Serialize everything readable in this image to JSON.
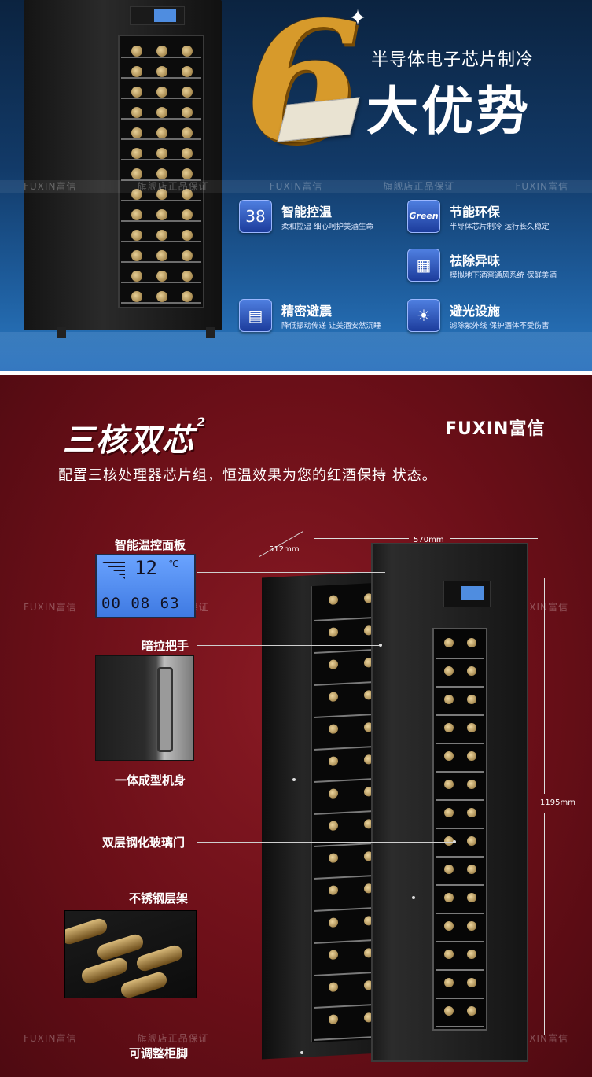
{
  "watermark": {
    "brand": "FUXIN富信",
    "guarantee": "旗舰店正品保证"
  },
  "top_banner": {
    "number": "6",
    "subtitle": "半导体电子芯片制冷",
    "title": "大优势",
    "features": [
      {
        "icon": "thermometer-icon",
        "icon_text": "38",
        "title": "智能控温",
        "desc": "柔和控温 细心呵护美酒生命"
      },
      {
        "icon": "green-leaf-icon",
        "icon_text": "Green",
        "title": "节能环保",
        "desc": "半导体芯片制冷 运行长久稳定"
      },
      {
        "icon": "grid-filter-icon",
        "icon_text": "",
        "title": "祛除异味",
        "desc": "模拟地下酒窖通风系统 保鲜美酒"
      },
      {
        "icon": "shock-absorb-icon",
        "icon_text": "",
        "title": "精密避震",
        "desc": "降低振动传递 让美酒安然沉睡"
      },
      {
        "icon": "light-shield-icon",
        "icon_text": "",
        "title": "避光设施",
        "desc": "滤除紫外线 保护酒体不受伤害"
      }
    ]
  },
  "bottom": {
    "title": "三核双芯",
    "title_sup": "2",
    "brand": "FUXIN富信",
    "tagline": "配置三核处理器芯片组，恒温效果为您的红酒保持 状态。",
    "lcd": {
      "temp": "12",
      "unit": "℃",
      "clock": "00 08 63"
    },
    "labels": {
      "panel": "智能温控面板",
      "handle": "暗拉把手",
      "body": "一体成型机身",
      "glass_door": "双层钢化玻璃门",
      "shelf": "不锈钢层架",
      "feet": "可调整柜脚"
    },
    "dimensions": {
      "depth": "512mm",
      "width": "570mm",
      "height": "1195mm"
    }
  },
  "colors": {
    "top_bg": "#123a68",
    "bottom_bg": "#6b0f18",
    "accent_gold": "#d79a2b",
    "lcd_blue": "#4f8de0"
  }
}
